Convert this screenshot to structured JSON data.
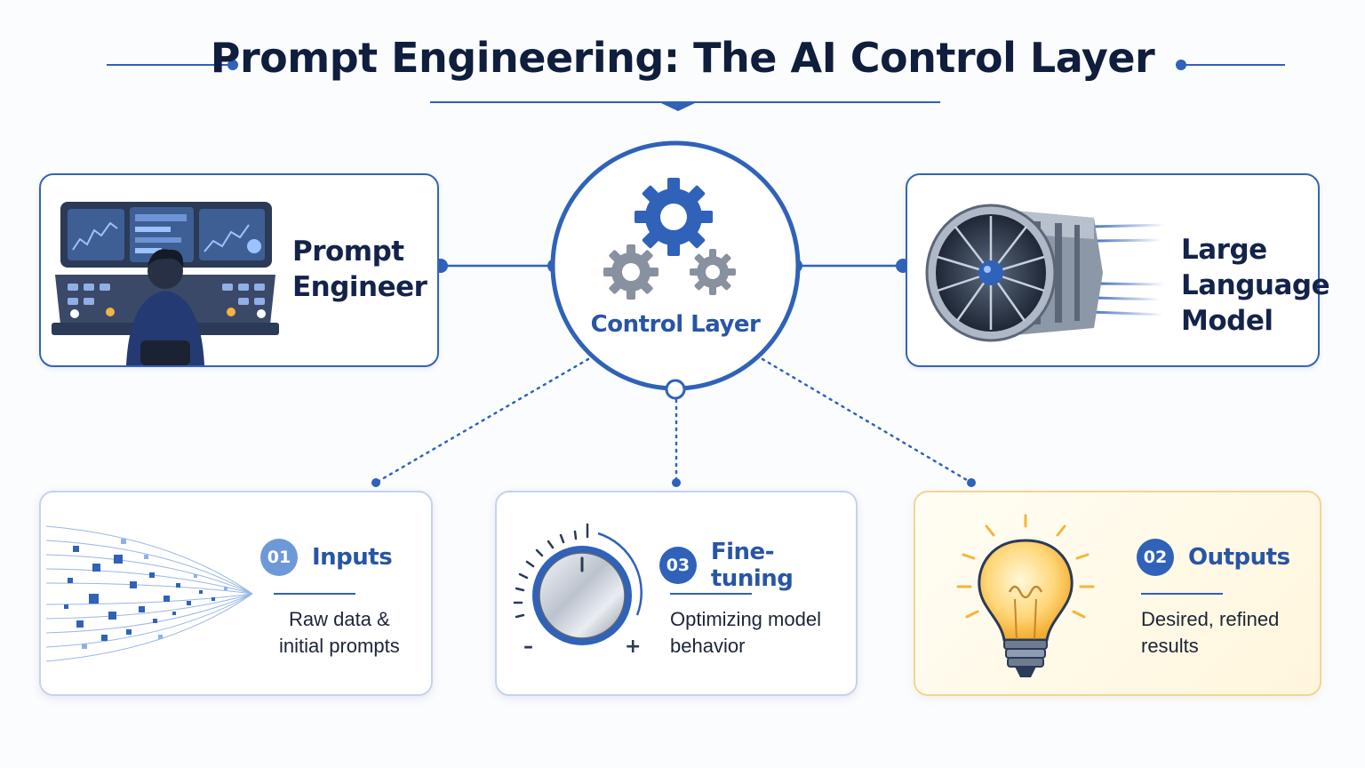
{
  "title": "Prompt Engineering: The AI Control Layer",
  "colors": {
    "accent": "#2f62b8",
    "title": "#0f1e3d",
    "warm": "#f3b53a"
  },
  "top_row": {
    "engineer": {
      "line1": "Prompt",
      "line2": "Engineer",
      "illustration": "control-console-operator"
    },
    "center": {
      "label": "Control Layer",
      "icon": "gears-icon"
    },
    "model": {
      "line1": "Large",
      "line2": "Language",
      "line3": "Model",
      "illustration": "jet-engine"
    }
  },
  "cards": [
    {
      "number": "01",
      "title": "Inputs",
      "desc_line1": "Raw data &",
      "desc_line2": "initial prompts",
      "icon": "data-particles-icon"
    },
    {
      "number": "03",
      "title": "Fine-tuning",
      "desc_line1": "Optimizing model",
      "desc_line2": "behavior",
      "icon": "tuning-knob-icon",
      "knob_minus": "–",
      "knob_plus": "+"
    },
    {
      "number": "02",
      "title": "Outputs",
      "desc_line1": "Desired, refined",
      "desc_line2": "results",
      "icon": "lightbulb-icon"
    }
  ]
}
